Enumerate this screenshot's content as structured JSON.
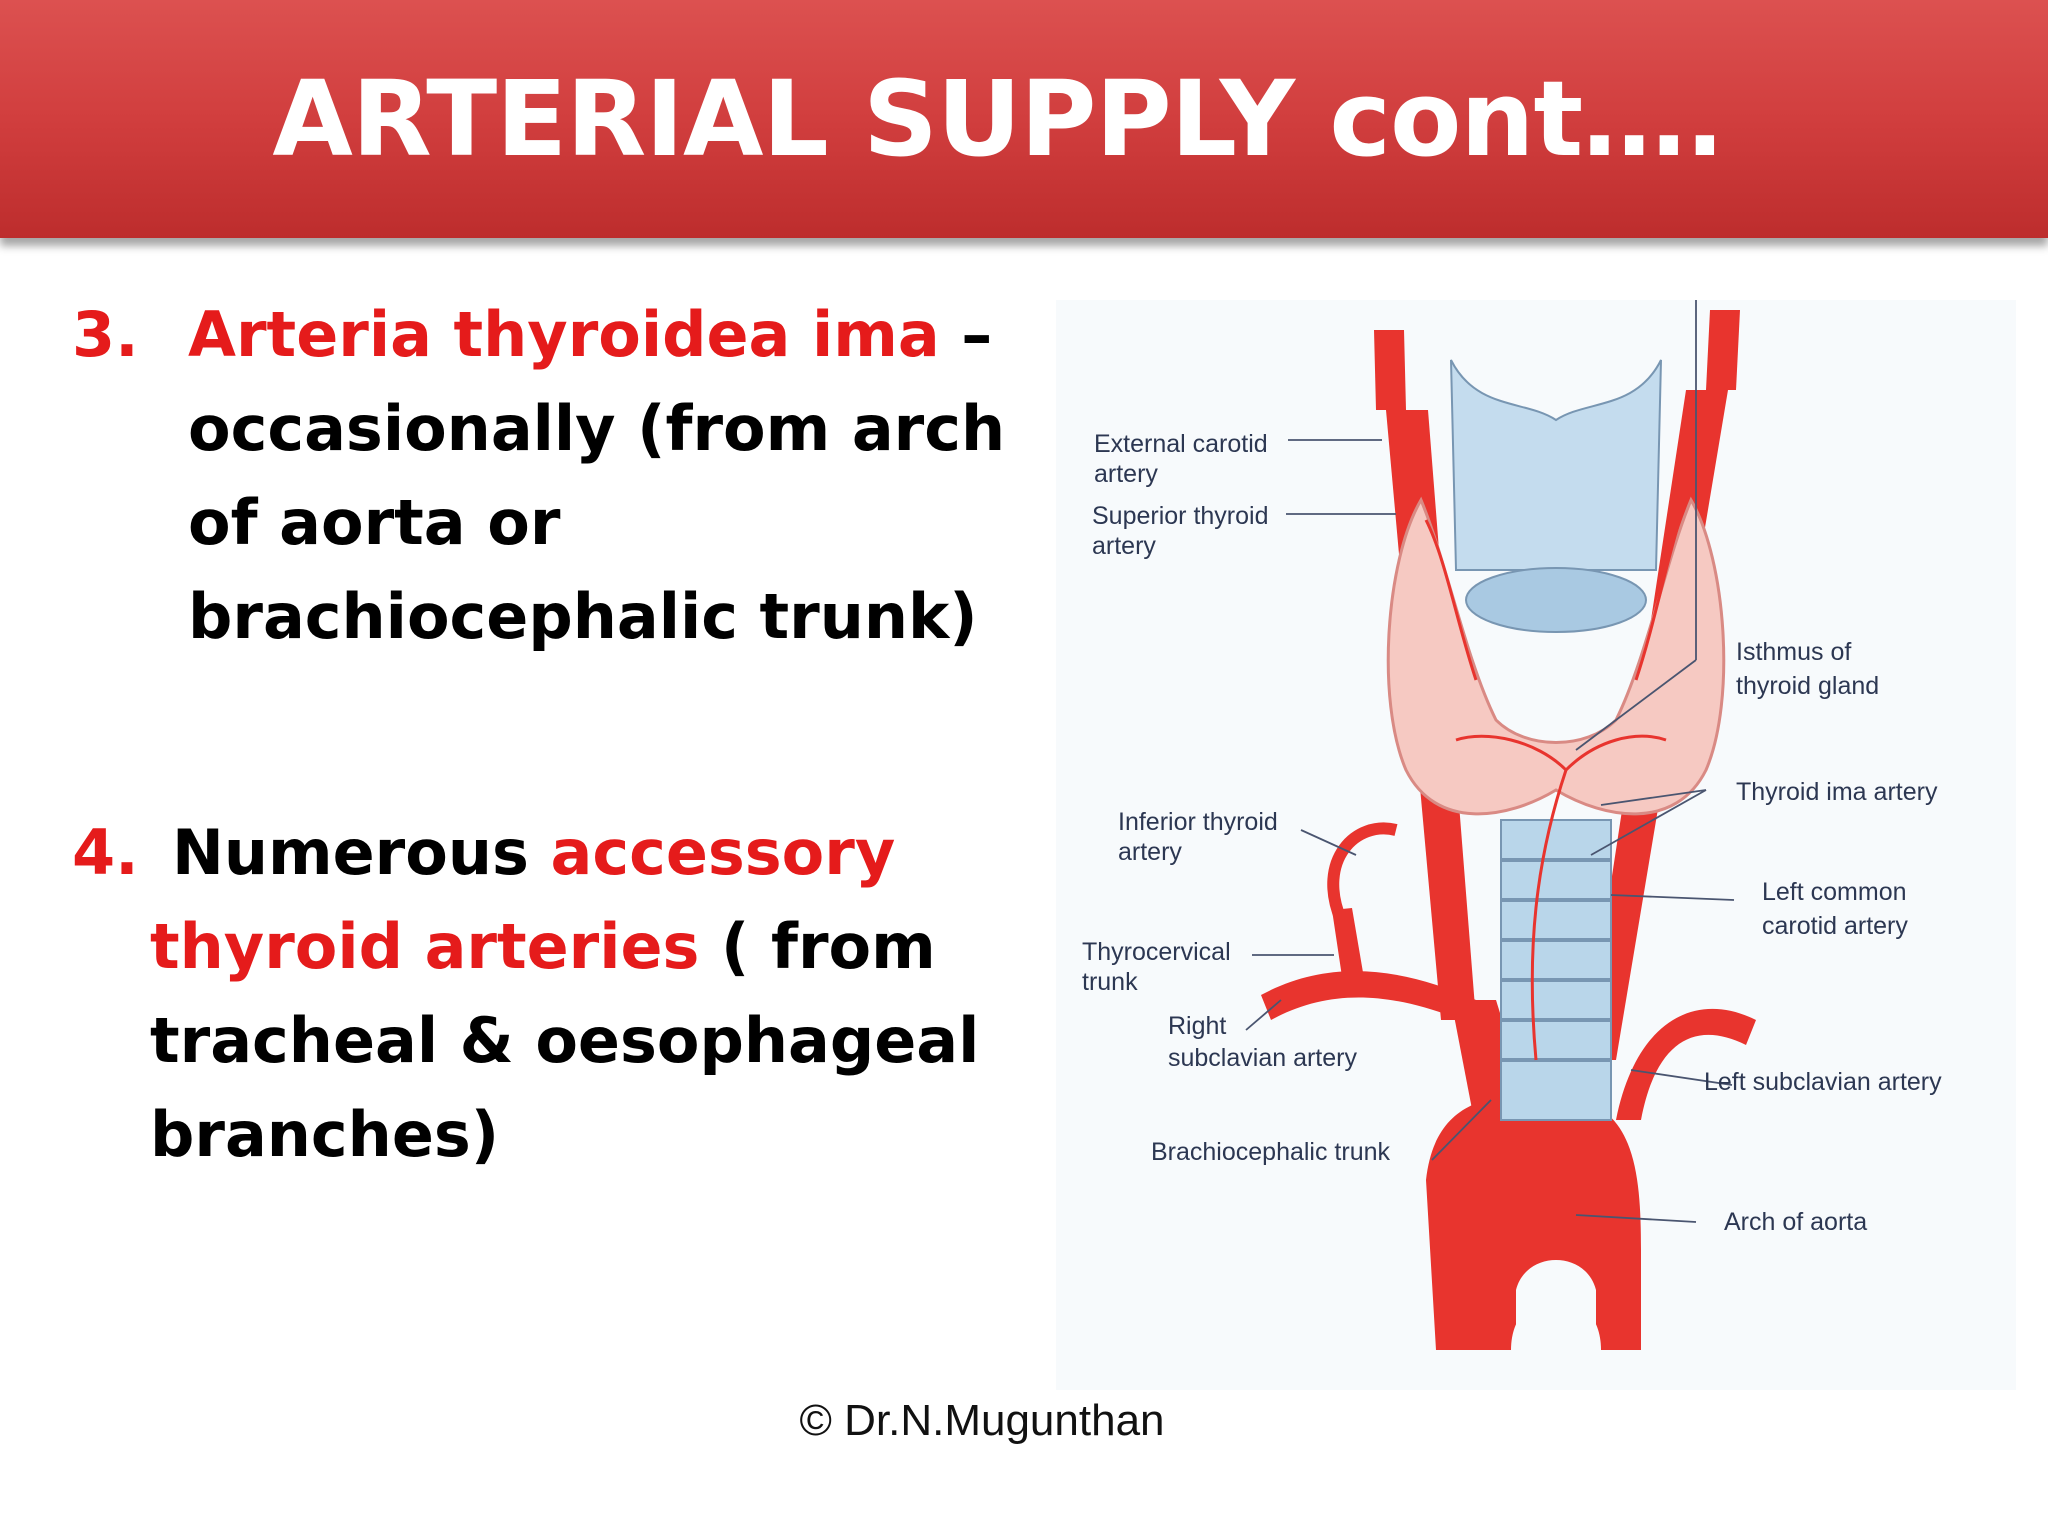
{
  "title": "ARTERIAL SUPPLY cont….",
  "point3": {
    "number": "3.",
    "highlight": "Arteria thyroidea ima",
    "dash": " –",
    "text": "occasionally (from arch of aorta or brachiocephalic trunk)"
  },
  "point4": {
    "number": "4.",
    "lead": "Numerous ",
    "highlight_a": "accessory",
    "highlight_b": "thyroid arteries",
    "text_a": " ( from",
    "text_b": "tracheal & oesophageal branches)"
  },
  "diagram": {
    "labels": {
      "ext_carotid_1": "External carotid",
      "ext_carotid_2": "artery",
      "sup_thyroid_1": "Superior thyroid",
      "sup_thyroid_2": "artery",
      "isthmus_1": "Isthmus of",
      "isthmus_2": "thyroid gland",
      "thyroid_ima": "Thyroid ima artery",
      "inf_thyroid_1": "Inferior thyroid",
      "inf_thyroid_2": "artery",
      "left_common_1": "Left common",
      "left_common_2": "carotid artery",
      "thyrocervical_1": "Thyrocervical",
      "thyrocervical_2": "trunk",
      "right_subclavian_1": "Right",
      "right_subclavian_2": "subclavian artery",
      "left_subclavian": "Left subclavian artery",
      "brachiocephalic": "Brachiocephalic trunk",
      "arch": "Arch of aorta"
    }
  },
  "credit": "© Dr.N.Mugunthan",
  "colors": {
    "banner": "#d13e3e",
    "highlight": "#e51b1b",
    "artery": "#e8342e",
    "cartilage": "#b9d6ea",
    "gland": "#f6c9c2"
  }
}
